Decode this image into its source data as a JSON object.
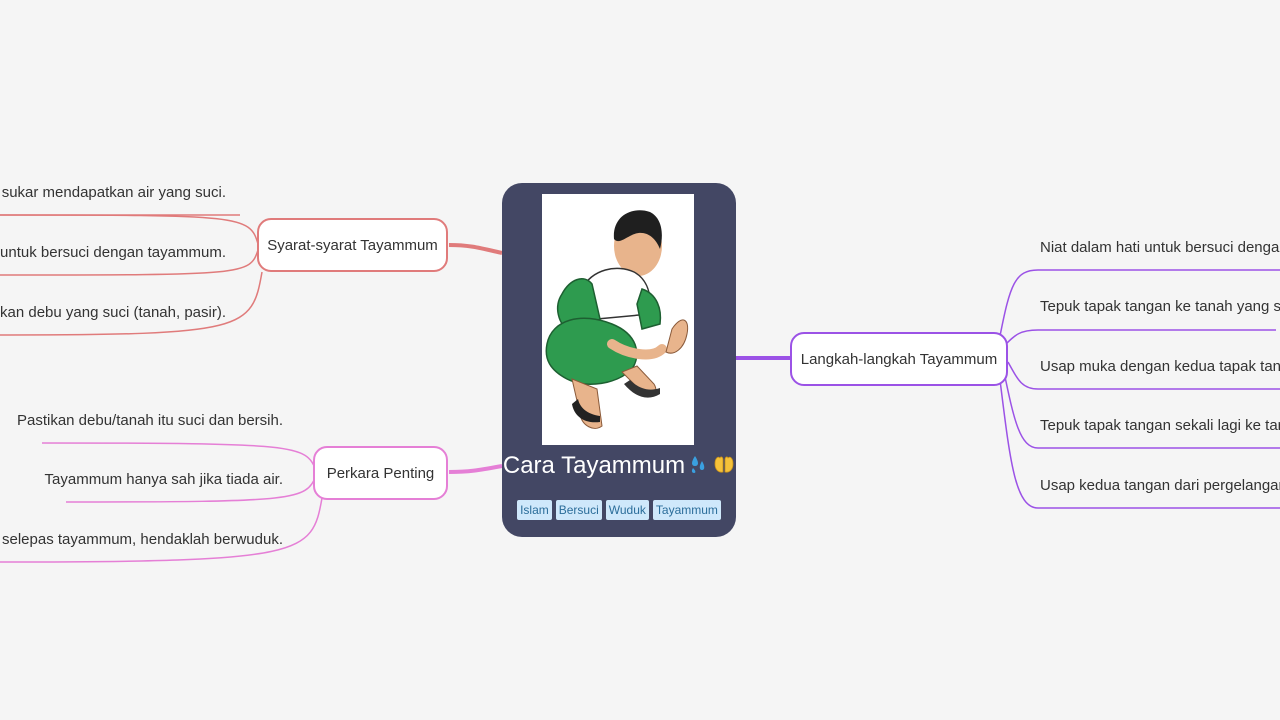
{
  "central": {
    "title": "Cara Tayammum",
    "tags": [
      "Islam",
      "Bersuci",
      "Wuduk",
      "Tayammum"
    ],
    "image": "boy-performing-tayammum-illustration"
  },
  "branches": {
    "syarat": {
      "label": "Syarat-syarat Tayammum",
      "color": "#e07b7b",
      "items": [
        "atau sukar mendapatkan air yang suci.",
        "niat untuk bersuci dengan tayammum.",
        "gunakan debu yang suci (tanah, pasir)."
      ]
    },
    "perkara": {
      "label": "Perkara Penting",
      "color": "#e57fd6",
      "items": [
        "Pastikan debu/tanah itu suci dan bersih.",
        "Tayammum hanya sah jika tiada air.",
        "at air selepas tayammum, hendaklah berwuduk."
      ]
    },
    "langkah": {
      "label": "Langkah-langkah Tayammum",
      "color": "#9b52e6",
      "items": [
        "Niat dalam hati untuk bersuci dengan tay",
        "Tepuk tapak tangan ke tanah yang suci.",
        "Usap muka dengan kedua tapak tangan d",
        "Tepuk tapak tangan sekali lagi ke tanah y",
        "Usap kedua tangan dari pergelangan tan"
      ]
    }
  },
  "icons": [
    "sweat-droplets-icon",
    "raised-hands-icon"
  ]
}
